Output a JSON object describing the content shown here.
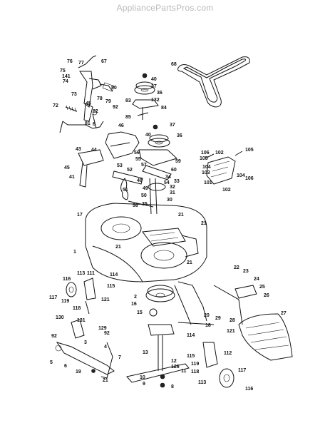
{
  "watermark": "AppliancePartsPros.com",
  "labels": [
    "76",
    "77",
    "75",
    "141",
    "74",
    "67",
    "73",
    "80",
    "78",
    "79",
    "92",
    "72",
    "45",
    "82",
    "81",
    "6",
    "40",
    "37",
    "36",
    "83",
    "132",
    "84",
    "85",
    "68",
    "46",
    "44",
    "40",
    "37",
    "36",
    "43",
    "56",
    "55",
    "57",
    "59",
    "60",
    "34",
    "53",
    "52",
    "54",
    "33",
    "48",
    "32",
    "51",
    "49",
    "50",
    "31",
    "58",
    "35",
    "30",
    "45",
    "41",
    "106",
    "105",
    "102",
    "103",
    "104",
    "105",
    "104",
    "106",
    "101",
    "102",
    "17",
    "21",
    "21",
    "1",
    "21",
    "21",
    "116",
    "113",
    "111",
    "114",
    "115",
    "117",
    "119",
    "121",
    "118",
    "2",
    "16",
    "15",
    "20",
    "22",
    "23",
    "24",
    "25",
    "26",
    "27",
    "28",
    "29",
    "121",
    "18",
    "114",
    "130",
    "131",
    "129",
    "92",
    "92",
    "3",
    "4",
    "5",
    "6",
    "7",
    "19",
    "21",
    "13",
    "12",
    "126",
    "11",
    "10",
    "9",
    "8",
    "115",
    "119",
    "112",
    "117",
    "118",
    "113",
    "116"
  ]
}
